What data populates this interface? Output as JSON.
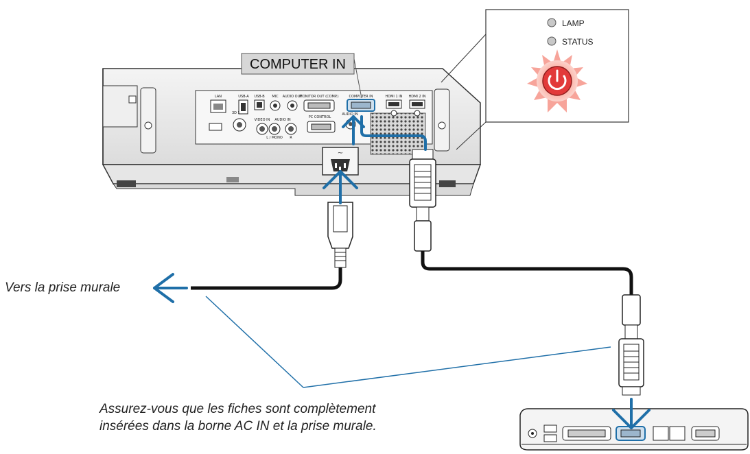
{
  "callout_label": "COMPUTER IN",
  "indicators": {
    "lamp": "LAMP",
    "status": "STATUS"
  },
  "ports": {
    "lan": "LAN",
    "usb_a": "USB-A",
    "usb_b": "USB-B",
    "mic": "MIC",
    "audio_out": "AUDIO OUT",
    "monitor_out": "MONITOR OUT (COMP.)",
    "computer_in": "COMPUTER IN",
    "hdmi1": "HDMI 1 IN",
    "hdmi2": "HDMI 2 IN",
    "sync_3d": "3D SYNC",
    "video_in": "VIDEO IN",
    "audio_in": "AUDIO IN",
    "l_mono": "L / MONO",
    "r": "R",
    "pc_control": "PC CONTROL",
    "audio_in_short": "AUDIO IN"
  },
  "captions": {
    "wall_outlet": "Vers la prise murale",
    "note_line1": "Assurez-vous que les fiches sont complètement",
    "note_line2": "insérées dans la borne AC IN et la prise murale."
  },
  "colors": {
    "arrow_blue": "#1f6fa8",
    "power_red": "#e23a3a",
    "glow": "#f7a49a"
  }
}
